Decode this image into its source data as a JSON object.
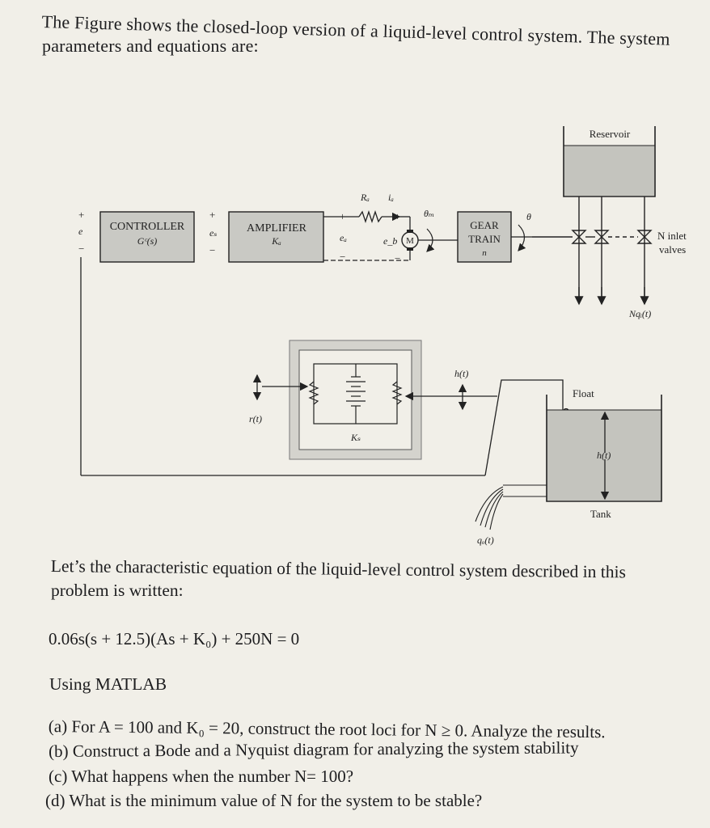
{
  "intro": {
    "line1": "The Figure shows the closed-loop version of a liquid-level control system. The system",
    "line2": "parameters and equations are:"
  },
  "diagram": {
    "reservoir": "Reservoir",
    "controller_label": "CONTROLLER",
    "controller_sub": "Gᶜ(s)",
    "amplifier_label": "AMPLIFIER",
    "amplifier_sub": "Kₐ",
    "gear_label1": "GEAR",
    "gear_label2": "TRAIN",
    "gear_sub": "n",
    "motor": "M",
    "Ra": "Rₐ",
    "ia": "iₐ",
    "theta_m": "θₘ",
    "theta": "θ",
    "ea": "eₐ",
    "eb": "e_b",
    "e": "e",
    "es": "eₛ",
    "plus": "+",
    "minus": "−",
    "n_inlet": "N inlet",
    "valves": "valves",
    "nqi": "Nqᵢ(t)",
    "rt": "r(t)",
    "ht": "h(t)",
    "ks": "Kₛ",
    "float": "Float",
    "tank_ht": "h(t)",
    "tank": "Tank",
    "qo": "qₒ(t)"
  },
  "body": {
    "char_line1": "Let’s the characteristic equation of the liquid-level control system described in this",
    "char_line2": "problem is written:",
    "equation": "0.06s(s + 12.5)(As + K₀) + 250N = 0",
    "using": "Using MATLAB",
    "qa": "(a)  For A = 100 and K₀ = 20, construct the root loci for N ≥ 0. Analyze the results.",
    "qb": "(b) Construct a Bode and a Nyquist diagram for analyzing the system stability",
    "qc": "(c)  What happens when the number N= 100?",
    "qd": "(d) What is the minimum value of  N for the system to be stable?"
  },
  "colors": {
    "paper": "#f1efe8",
    "block_fill": "#c9c9c4",
    "water_fill": "#c4c4be",
    "ink": "#1d1d1f"
  }
}
